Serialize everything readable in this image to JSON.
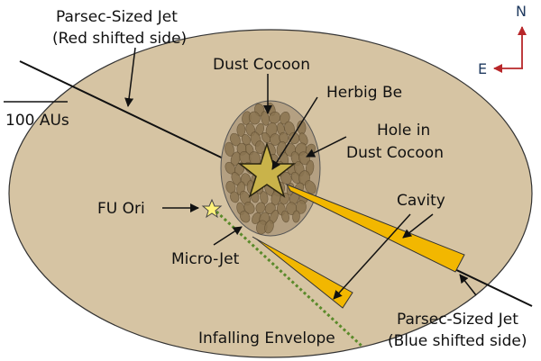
{
  "labels": {
    "parsec_jet_red": [
      "Parsec-Sized Jet",
      "(Red shifted side)"
    ],
    "dust_cocoon": "Dust Cocoon",
    "herbig_be": "Herbig Be",
    "hole": [
      "Hole in",
      "Dust Cocoon"
    ],
    "scale": "100 AUs",
    "fu_ori": "FU Ori",
    "cavity": "Cavity",
    "micro_jet": "Micro-Jet",
    "parsec_jet_blue": [
      "Parsec-Sized Jet",
      "(Blue shifted side)"
    ],
    "infalling": "Infalling Envelope"
  },
  "compass": {
    "north": "N",
    "east": "E"
  },
  "colors": {
    "envelope": "#d6c4a3",
    "cocoon_fill": "#b4a082",
    "grain": "#8a7450",
    "cavity": "#f2b700",
    "herbig_star": "#c9b34a",
    "fu_star": "#fff27a",
    "micro_jet": "#5a8a2a",
    "compass": "#b8272a",
    "line": "#111111"
  }
}
